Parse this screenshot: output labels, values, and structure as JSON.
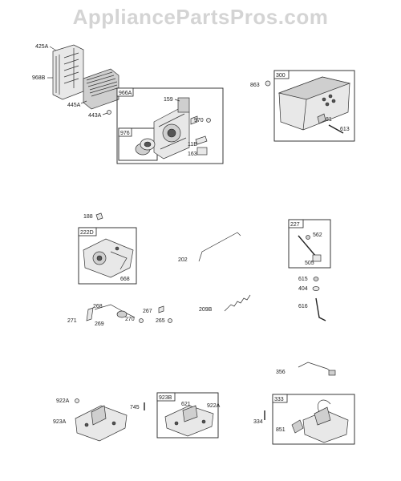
{
  "watermark": "AppliancePartsPros.com",
  "groups": {
    "g966A": "966A",
    "g976": "976",
    "g300": "300",
    "g222D": "222D",
    "g227": "227",
    "g923B": "923B",
    "g333": "333"
  },
  "labels": {
    "p425A": "425A",
    "p968B": "968B",
    "p445A": "445A",
    "p443A": "443A",
    "p159": "159",
    "p970": "970",
    "p11B": "11B",
    "p163": "163",
    "p863": "863",
    "p81": "81",
    "p613": "613",
    "p188": "188",
    "p202": "202",
    "p668": "668",
    "p562": "562",
    "p505": "505",
    "p615": "615",
    "p404": "404",
    "p616": "616",
    "p268": "268",
    "p271": "271",
    "p269": "269",
    "p270": "270",
    "p267": "267",
    "p265": "265",
    "p209B": "209B",
    "p356": "356",
    "p922A_left": "922A",
    "p923A": "923A",
    "p745": "745",
    "p621": "621",
    "p922A_mid": "922A",
    "p334": "334",
    "p851": "851"
  }
}
